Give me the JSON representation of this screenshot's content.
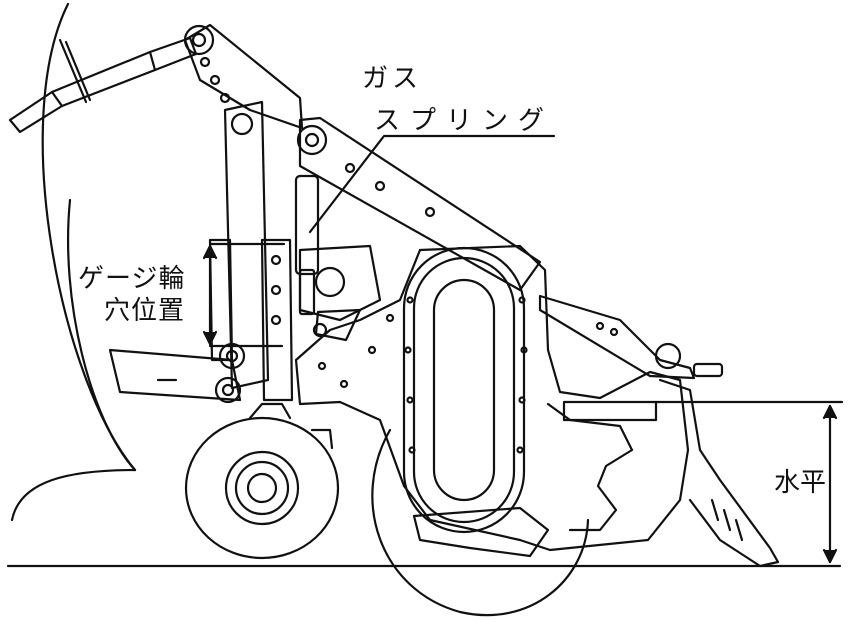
{
  "labels": {
    "gas_spring_line1": "ガス",
    "gas_spring_line2": "スプリング",
    "gauge_wheel_line1": "ゲージ輪",
    "gauge_wheel_line2": "穴位置",
    "horizontal": "水平"
  },
  "colors": {
    "line": "#111111",
    "background": "#ffffff"
  }
}
